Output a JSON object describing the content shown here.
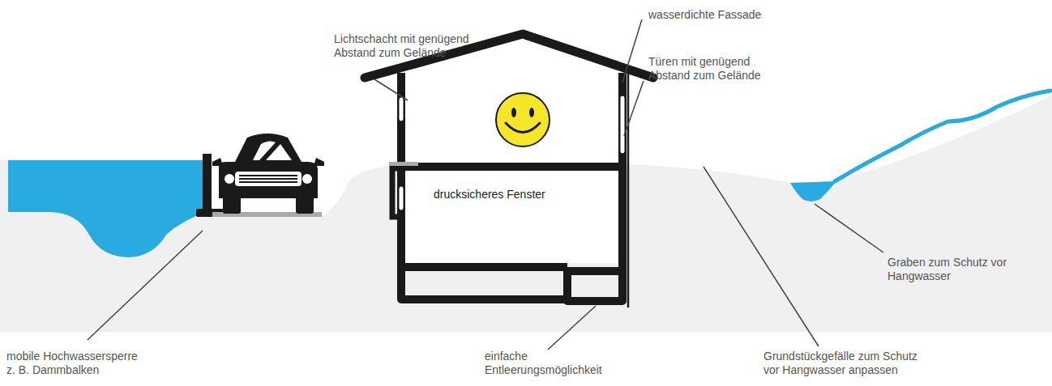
{
  "diagram": {
    "labels": [
      "wasserdichte Fassade",
      "Lichtschacht mit genügend Abstand zum Gelände",
      "Türen mit genügend Abstand zum Gelände",
      "drucksicheres Fenster",
      "Graben zum Schutz vor Hangwasser",
      "mobile Hochwassersperre z. B. Dammbalken",
      "einfache Entleerungsmöglichkeit",
      "Grundstückgefälle zum Schutz vor Hangwasser anpassen"
    ]
  }
}
